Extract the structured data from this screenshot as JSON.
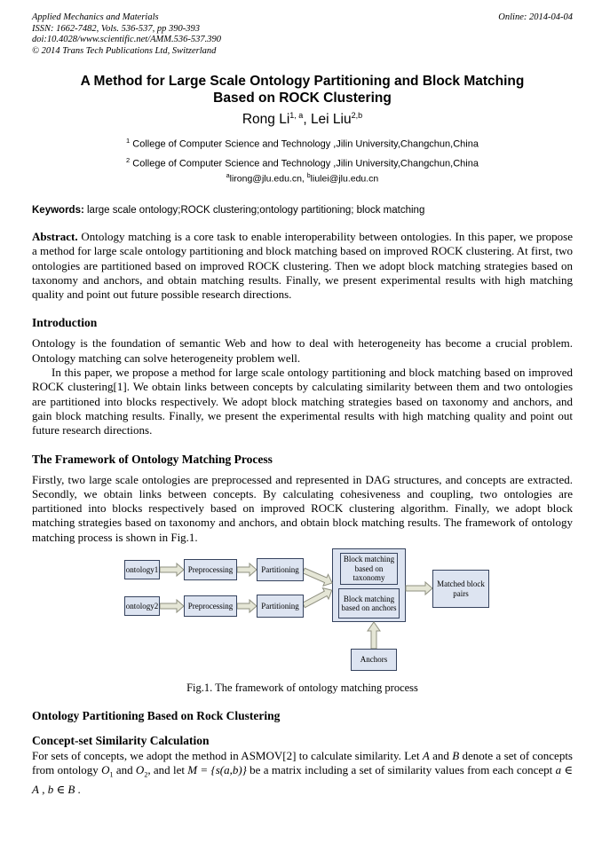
{
  "colors": {
    "box_fill": "#dde4f1",
    "box_border": "#36435e",
    "arrow_fill": "#e5e6d6",
    "arrow_stroke": "#8f9080"
  },
  "header": {
    "journal": "Applied Mechanics and Materials",
    "issn_line": "ISSN: 1662-7482, Vols. 536-537, pp 390-393",
    "doi_line": "doi:10.4028/www.scientific.net/AMM.536-537.390",
    "copyright_line": "© 2014 Trans Tech Publications Ltd, Switzerland",
    "online_date": "Online: 2014-04-04"
  },
  "title": {
    "line1": "A Method for Large Scale Ontology Partitioning and Block Matching",
    "line2": "Based on ROCK Clustering"
  },
  "authors": {
    "name1": "Rong Li",
    "sup1": "1, a",
    "separator": ", ",
    "name2": "Lei Liu",
    "sup2": "2,b"
  },
  "affiliations": [
    {
      "sup": "1",
      "text": " College of Computer  Science and Technology ,Jilin University,Changchun,China"
    },
    {
      "sup": "2",
      "text": " College of Computer  Science and Technology ,Jilin University,Changchun,China"
    }
  ],
  "emails": {
    "sup_a": "a",
    "email_a": "lirong@jlu.edu.cn, ",
    "sup_b": "b",
    "email_b": "liulei@jlu.edu.cn"
  },
  "keywords": {
    "label": "Keywords:",
    "text": " large scale ontology;ROCK clustering;ontology partitioning; block matching"
  },
  "abstract": {
    "label": "Abstract.",
    "text": " Ontology matching is a core task to enable interoperability between ontologies. In this paper, we propose a method for large scale ontology partitioning and block matching based on improved ROCK clustering. At first, two ontologies are partitioned based on improved ROCK clustering. Then we adopt block matching strategies based on taxonomy and anchors, and obtain matching results. Finally, we present experimental results with high matching quality and point out future possible research directions."
  },
  "introduction": {
    "heading": "Introduction",
    "para1": "Ontology is the foundation of semantic Web and how to deal with heterogeneity has become a crucial problem. Ontology matching can solve heterogeneity problem well.",
    "para2": "In this paper, we propose a method for large scale ontology partitioning and block matching based on improved ROCK clustering[1]. We obtain links between concepts by calculating similarity between them and two ontologies are partitioned into blocks respectively. We adopt block matching strategies based on taxonomy and anchors, and gain block matching results. Finally, we present the experimental results with high matching quality and point out future research directions."
  },
  "framework": {
    "heading": "The Framework of Ontology Matching Process",
    "para": "Firstly, two large scale ontologies are preprocessed and represented in DAG structures, and concepts are extracted. Secondly, we obtain links between concepts. By calculating cohesiveness and coupling, two ontologies are partitioned into blocks respectively based on improved ROCK clustering algorithm. Finally, we adopt block matching strategies based on taxonomy and anchors, and obtain block matching results. The framework of ontology matching process is shown in Fig.1."
  },
  "figure": {
    "boxes": {
      "ontology1": "ontology1",
      "ontology2": "ontology2",
      "preprocessing": "Preprocessing",
      "partitioning": "Partitioning",
      "taxonomy_lines": [
        "Block matching",
        "based on",
        "taxonomy"
      ],
      "anchors_matching_lines": [
        "Block matching",
        "based on anchors"
      ],
      "matched_lines": [
        "Matched block",
        "pairs"
      ],
      "anchors": "Anchors"
    },
    "caption": "Fig.1. The  framework of ontology matching process"
  },
  "rock_section": {
    "heading": "Ontology Partitioning Based on Rock Clustering"
  },
  "similarity": {
    "heading": "Concept-set Similarity Calculation",
    "p1": "For sets of concepts, we adopt the method in  ASMOV[2] to calculate similarity. Let ",
    "var_a": "A",
    "p2": " and ",
    "var_b": "B",
    "p3": " denote a set of concepts from ontology ",
    "var_o": "O",
    "sub_1": "1",
    "p4": " and  ",
    "sub_2": "2",
    "p5": ", and let ",
    "math_m": "M = {s(a,b)}",
    "p6": "  be a matrix including a set of similarity values from each concept ",
    "math_a": "a ∈ A",
    "p7": " ,  ",
    "math_b": "b ∈ B",
    "p8": " ."
  }
}
